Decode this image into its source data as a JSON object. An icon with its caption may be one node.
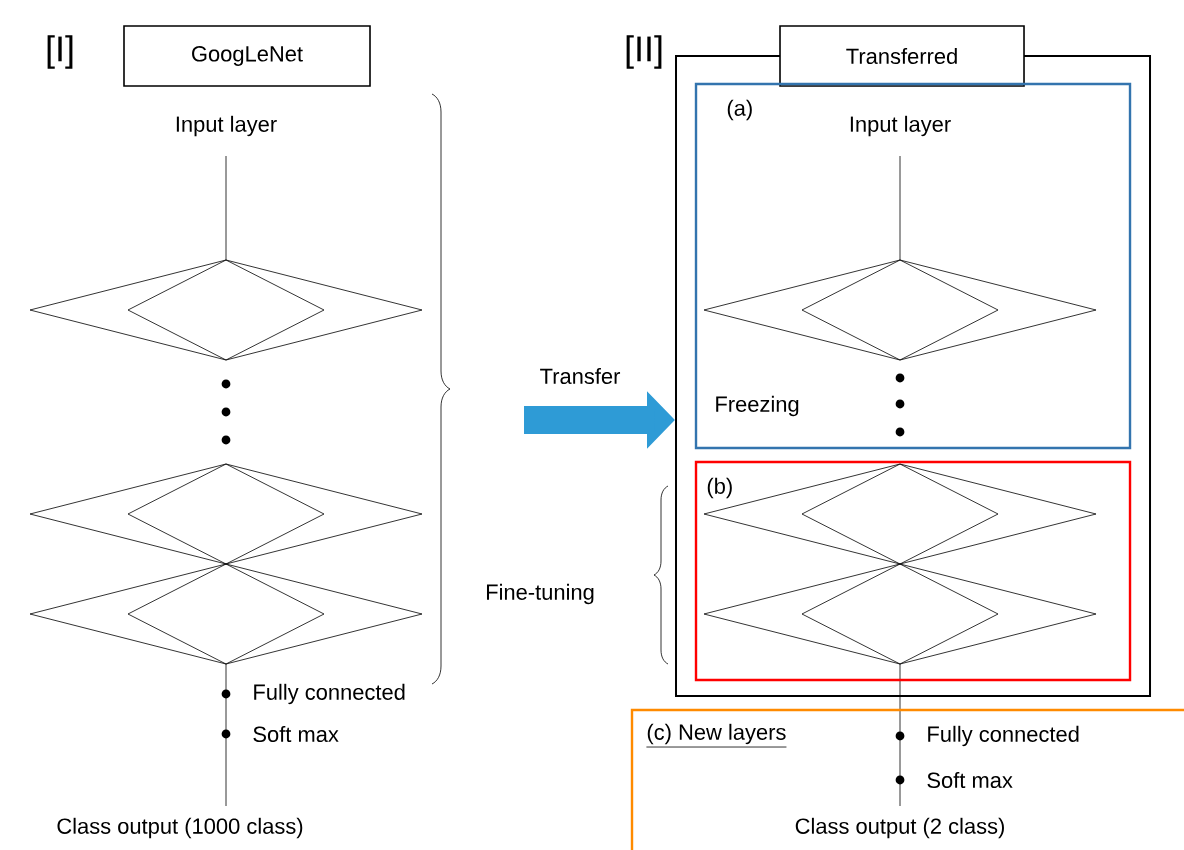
{
  "diagram": {
    "nodes": [
      {
        "text": [
          "GoogLeNet"
        ]
      },
      {
        "text": [
          "Transferred"
        ]
      },
      {
        "text": [
          "(a)",
          "Input layer",
          "Freezing"
        ],
        "in": 1
      },
      {
        "text": [
          "(b)"
        ],
        "in": 1
      },
      {
        "text": [
          "(c) New layers",
          "Fully connected",
          "Soft max",
          "Class output (2 class)"
        ]
      }
    ],
    "edges": [
      {
        "from": null,
        "to": 1,
        "arrow": "to",
        "label": "Transfer",
        "color": "#2e9bd6"
      }
    ],
    "labels": [
      "[I]",
      "[II]",
      "Input layer",
      "Fine-tuning",
      "Fully connected",
      "Soft max",
      "Class output (1000 class)"
    ]
  }
}
